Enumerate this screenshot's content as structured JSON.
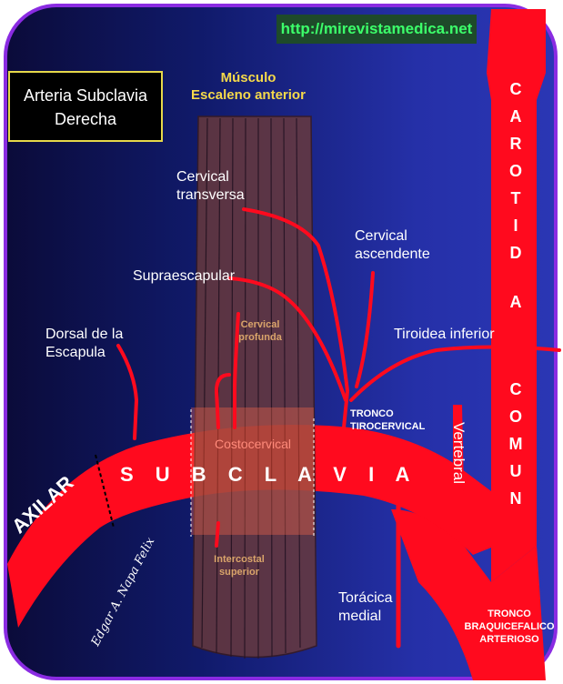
{
  "url": "http://mirevistamedica.net",
  "title_line1": "Arteria Subclavia",
  "title_line2": "Derecha",
  "muscle_line1": "Músculo",
  "muscle_line2": "Escaleno anterior",
  "labels": {
    "cervical_transversa_1": "Cervical",
    "cervical_transversa_2": "transversa",
    "cervical_ascendente_1": "Cervical",
    "cervical_ascendente_2": "ascendente",
    "supraescapular": "Supraescapular",
    "dorsal_1": "Dorsal de la",
    "dorsal_2": "Escapula",
    "tiroidea": "Tiroidea inferior",
    "cervical_profunda_1": "Cervical",
    "cervical_profunda_2": "profunda",
    "tronco_tiro_1": "TRONCO",
    "tronco_tiro_2": "TIROCERVICAL",
    "vertebral": "Vertebral",
    "costocervical": "Costocervical",
    "subclavia": "S U B C L A V I A",
    "axilar": "AXILAR",
    "intercostal_1": "Intercostal",
    "intercostal_2": "superior",
    "toracica_1": "Torácica",
    "toracica_2": "medial",
    "braquio_1": "TRONCO",
    "braquio_2": "BRAQUICEFALICO",
    "braquio_3": "ARTERIOSO",
    "author": "Edgar A. Napa Felix"
  },
  "carotida": [
    "C",
    "A",
    "R",
    "O",
    "T",
    "I",
    "D",
    "A"
  ],
  "comun": [
    "C",
    "O",
    "M",
    "U",
    "N"
  ],
  "colors": {
    "artery": "#ff0a1e",
    "muscle": "#6b3a3a",
    "title_gold": "#f5d94a",
    "url_green": "#3cff6a"
  }
}
